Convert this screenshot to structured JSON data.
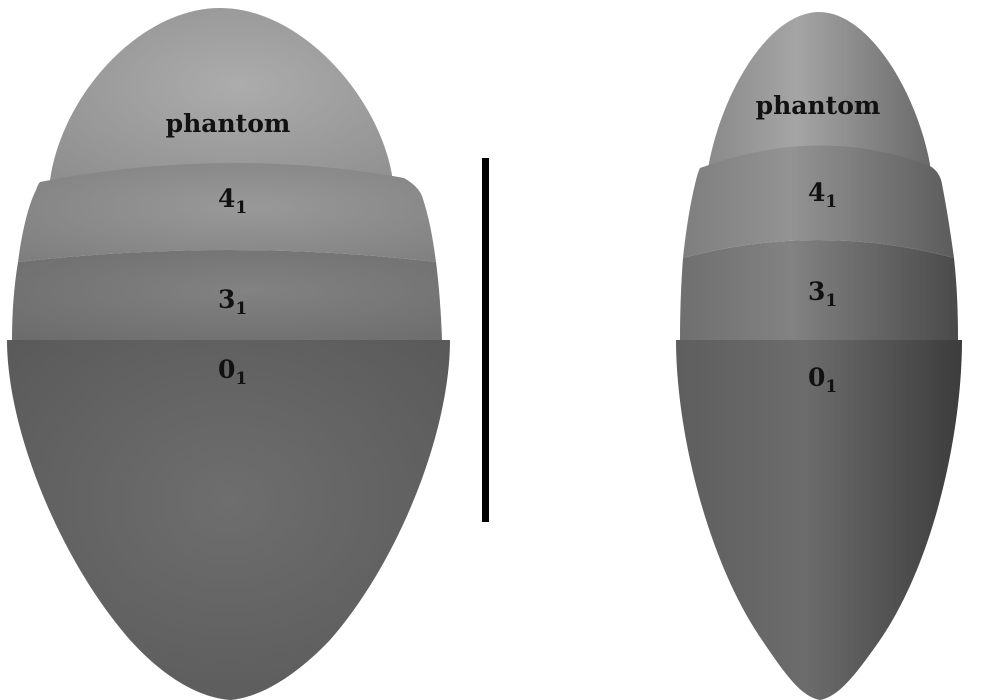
{
  "left_figure": {
    "labels": {
      "phantom": "phantom",
      "l4": {
        "base": "4",
        "sub": "1"
      },
      "l3": {
        "base": "3",
        "sub": "1"
      },
      "l0": {
        "base": "0",
        "sub": "1"
      }
    }
  },
  "right_figure": {
    "labels": {
      "phantom": "phantom",
      "l4": {
        "base": "4",
        "sub": "1"
      },
      "l3": {
        "base": "3",
        "sub": "1"
      },
      "l0": {
        "base": "0",
        "sub": "1"
      }
    }
  },
  "colors": {
    "phantom": "#9c9c9c",
    "layer_4": "#8a8a8a",
    "layer_3": "#7a7a7a",
    "layer_0": "#666666",
    "divider": "#000000"
  }
}
